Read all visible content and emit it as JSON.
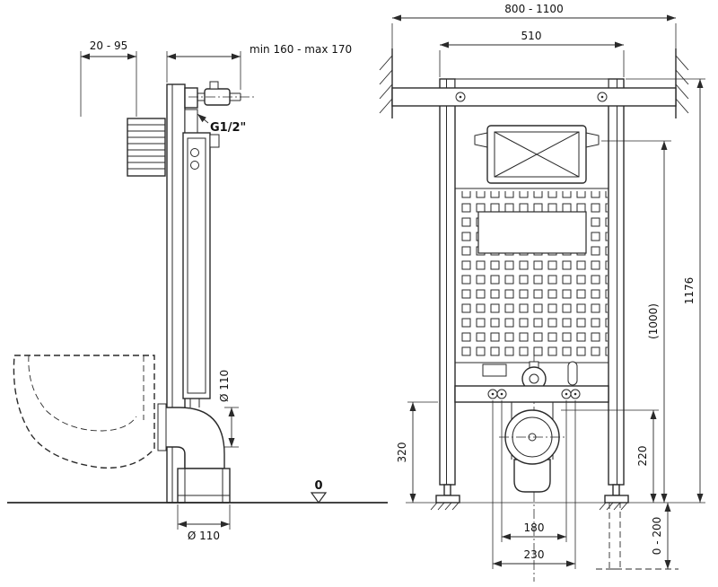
{
  "side_view": {
    "wall_gap": "20 - 95",
    "install_depth": "min 160 - max 170",
    "thread": "G1/2\"",
    "elbow_diameter": "Ø 110",
    "socket_diameter": "Ø 110",
    "floor_level": "0"
  },
  "front_view": {
    "width_range": "800 - 1100",
    "frame_width": "510",
    "frame_height": "1176",
    "plate_height": "(1000)",
    "supply_height": "320",
    "drain_height": "220",
    "stud_spacing_inner": "180",
    "stud_spacing_outer": "230",
    "foot_adjust_range": "0 - 200"
  }
}
